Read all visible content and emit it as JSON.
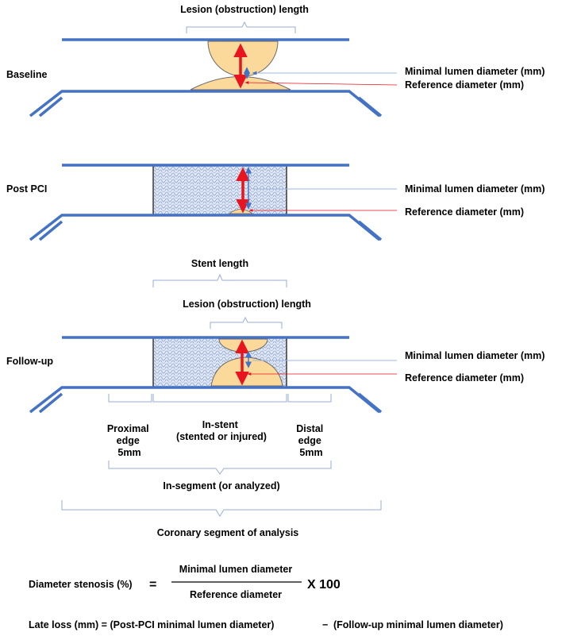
{
  "panels": {
    "baseline": {
      "row_label": "Baseline",
      "top_label": "Lesion (obstruction) length",
      "mld_label": "Minimal lumen diameter (mm)",
      "ref_label": "Reference diameter (mm)"
    },
    "post_pci": {
      "row_label": "Post PCI",
      "mld_label": "Minimal lumen diameter (mm)",
      "ref_label": "Reference diameter (mm)"
    },
    "follow_up": {
      "row_label": "Follow-up",
      "stent_length_label": "Stent length",
      "lesion_label": "Lesion (obstruction) length",
      "mld_label": "Minimal lumen diameter (mm)",
      "ref_label": "Reference diameter (mm)",
      "proximal_lines": [
        "Proximal",
        "edge",
        "5mm"
      ],
      "instent_lines": [
        "In-stent",
        "(stented or injured)"
      ],
      "distal_lines": [
        "Distal",
        "edge",
        "5mm"
      ],
      "insegment_label": "In-segment (or analyzed)",
      "coronary_label": "Coronary segment of analysis"
    }
  },
  "formulas": {
    "stenosis_lhs": "Diameter stenosis (%)",
    "equals": "=",
    "numerator": "Minimal lumen diameter",
    "denominator": "Reference diameter",
    "multiplier": "X 100",
    "late_loss_lhs": "Late loss (mm) = (Post-PCI minimal lumen diameter)",
    "minus": "−",
    "late_loss_rhs": "(Follow-up minimal lumen diameter)"
  },
  "colors": {
    "vessel": "#4472c4",
    "plaque_fill": "#fbd99a",
    "plaque_stroke": "#6b6b6b",
    "ref_arrow": "#e8141e",
    "mld_arrow": "#4472c4",
    "leader_blue": "#9fb7e0",
    "leader_red": "#e8141e",
    "bracket": "#9aaed6"
  }
}
